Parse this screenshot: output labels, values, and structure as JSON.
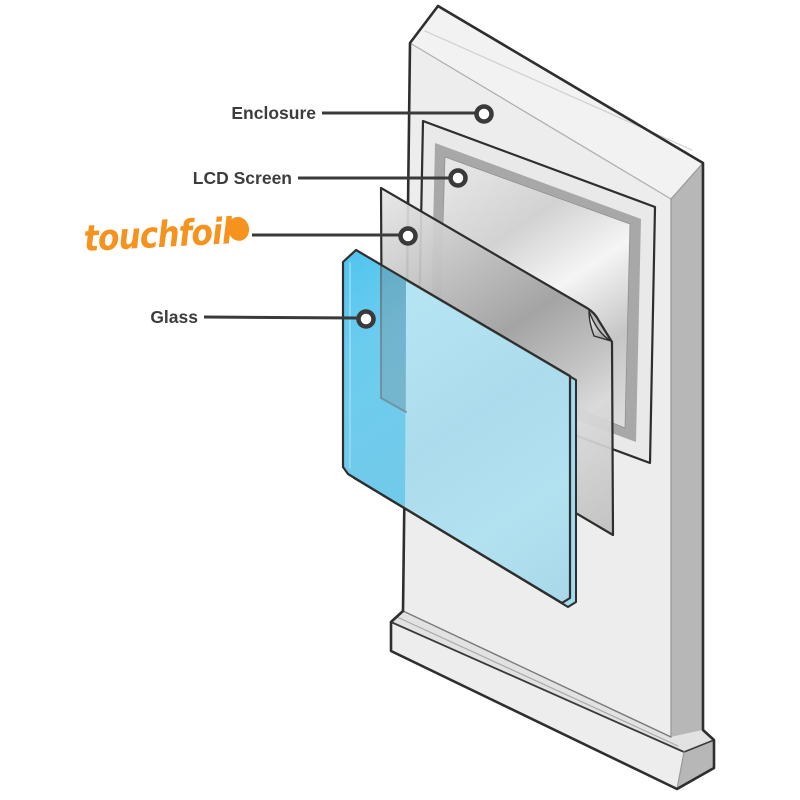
{
  "page": {
    "background_color": "#ffffff"
  },
  "colors": {
    "brand_orange": "#F6921E",
    "glass_cyan": "#29B7EA",
    "outline_dark": "#2E2E2E",
    "label_text": "#3D3D3D",
    "enclosure_fill": "#EDEDED",
    "enclosure_side_fill": "#B7B7B7",
    "bezel_band_gray": "#A8A8A8",
    "connector_teal": "#2B5B6B"
  },
  "diagram": {
    "callouts": [
      {
        "id": "enclosure",
        "label": "Enclosure"
      },
      {
        "id": "lcd-screen",
        "label": "LCD Screen"
      },
      {
        "id": "touchfoil",
        "label": "touchfoil",
        "type": "logo"
      },
      {
        "id": "glass",
        "label": "Glass"
      }
    ]
  }
}
